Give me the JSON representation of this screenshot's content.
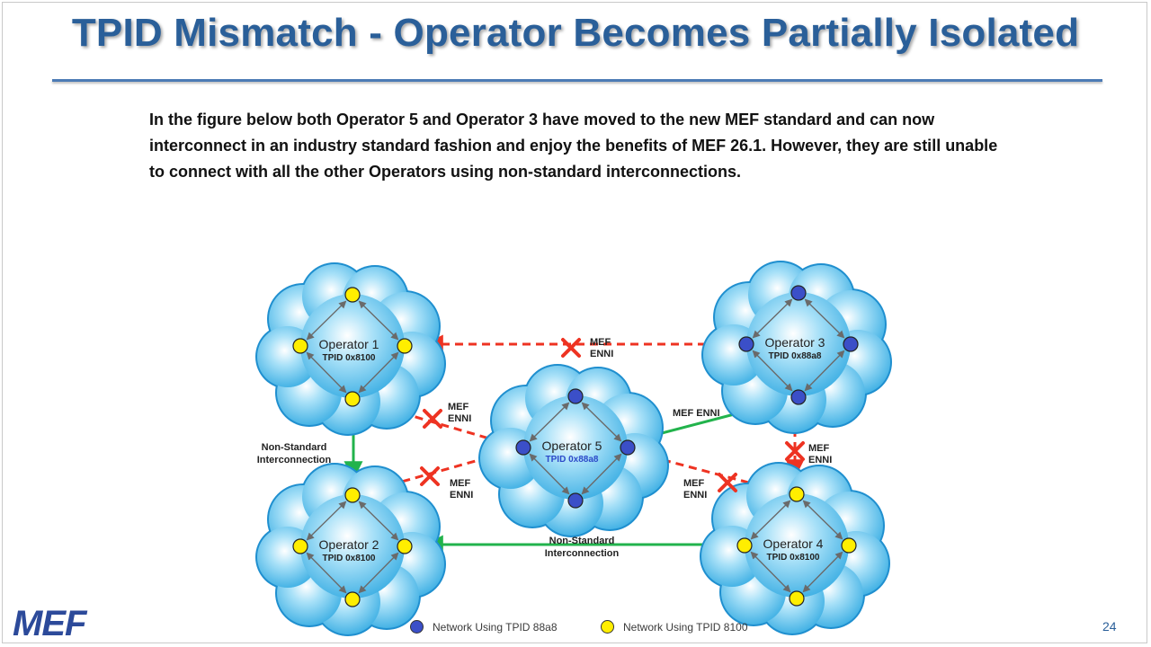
{
  "slide": {
    "title": "TPID Mismatch - Operator Becomes Partially Isolated",
    "body": "In the figure below both Operator 5 and Operator 3 have moved to the new MEF standard and can now interconnect in an industry standard fashion and enjoy the benefits of MEF 26.1. However, they are still unable to connect with all the other Operators using non-standard interconnections.",
    "logo": "MEF",
    "page_number": "24"
  },
  "colors": {
    "title": "#2a5f99",
    "tpid_88a8": "#3b4fc8",
    "tpid_8100": "#ffee00",
    "non_standard_link": "#22b34c",
    "broken_link": "#ee3322",
    "mef_enni_link": "#22b34c",
    "cloud": "#39b6ec"
  },
  "diagram": {
    "clouds": [
      {
        "id": "op1",
        "name": "Operator 1",
        "tpid": "TPID 0x8100",
        "network": "8100"
      },
      {
        "id": "op2",
        "name": "Operator 2",
        "tpid": "TPID 0x8100",
        "network": "8100"
      },
      {
        "id": "op3",
        "name": "Operator 3",
        "tpid": "TPID 0x88a8",
        "network": "88a8"
      },
      {
        "id": "op4",
        "name": "Operator 4",
        "tpid": "TPID 0x8100",
        "network": "8100"
      },
      {
        "id": "op5",
        "name": "Operator 5",
        "tpid": "TPID 0x88a8",
        "network": "88a8"
      }
    ],
    "links": [
      {
        "id": "op1-op3",
        "type": "broken",
        "label": [
          "MEF",
          "ENNI"
        ]
      },
      {
        "id": "op1-op5",
        "type": "broken",
        "label": [
          "MEF",
          "ENNI"
        ]
      },
      {
        "id": "op2-op5",
        "type": "broken",
        "label": [
          "MEF",
          "ENNI"
        ]
      },
      {
        "id": "op5-op4",
        "type": "broken",
        "label": [
          "MEF",
          "ENNI"
        ]
      },
      {
        "id": "op3-op4",
        "type": "broken",
        "label": [
          "MEF",
          "ENNI"
        ]
      },
      {
        "id": "op5-op3",
        "type": "enni",
        "label": [
          "MEF ENNI"
        ]
      },
      {
        "id": "op1-op2",
        "type": "non-standard",
        "label": [
          "Non-Standard",
          "Interconnection"
        ]
      },
      {
        "id": "op2-op4",
        "type": "non-standard",
        "label": [
          "Non-Standard",
          "Interconnection"
        ]
      }
    ]
  },
  "legend": [
    {
      "network": "88a8",
      "label": "Network Using TPID 88a8"
    },
    {
      "network": "8100",
      "label": "Network Using TPID 8100"
    }
  ]
}
